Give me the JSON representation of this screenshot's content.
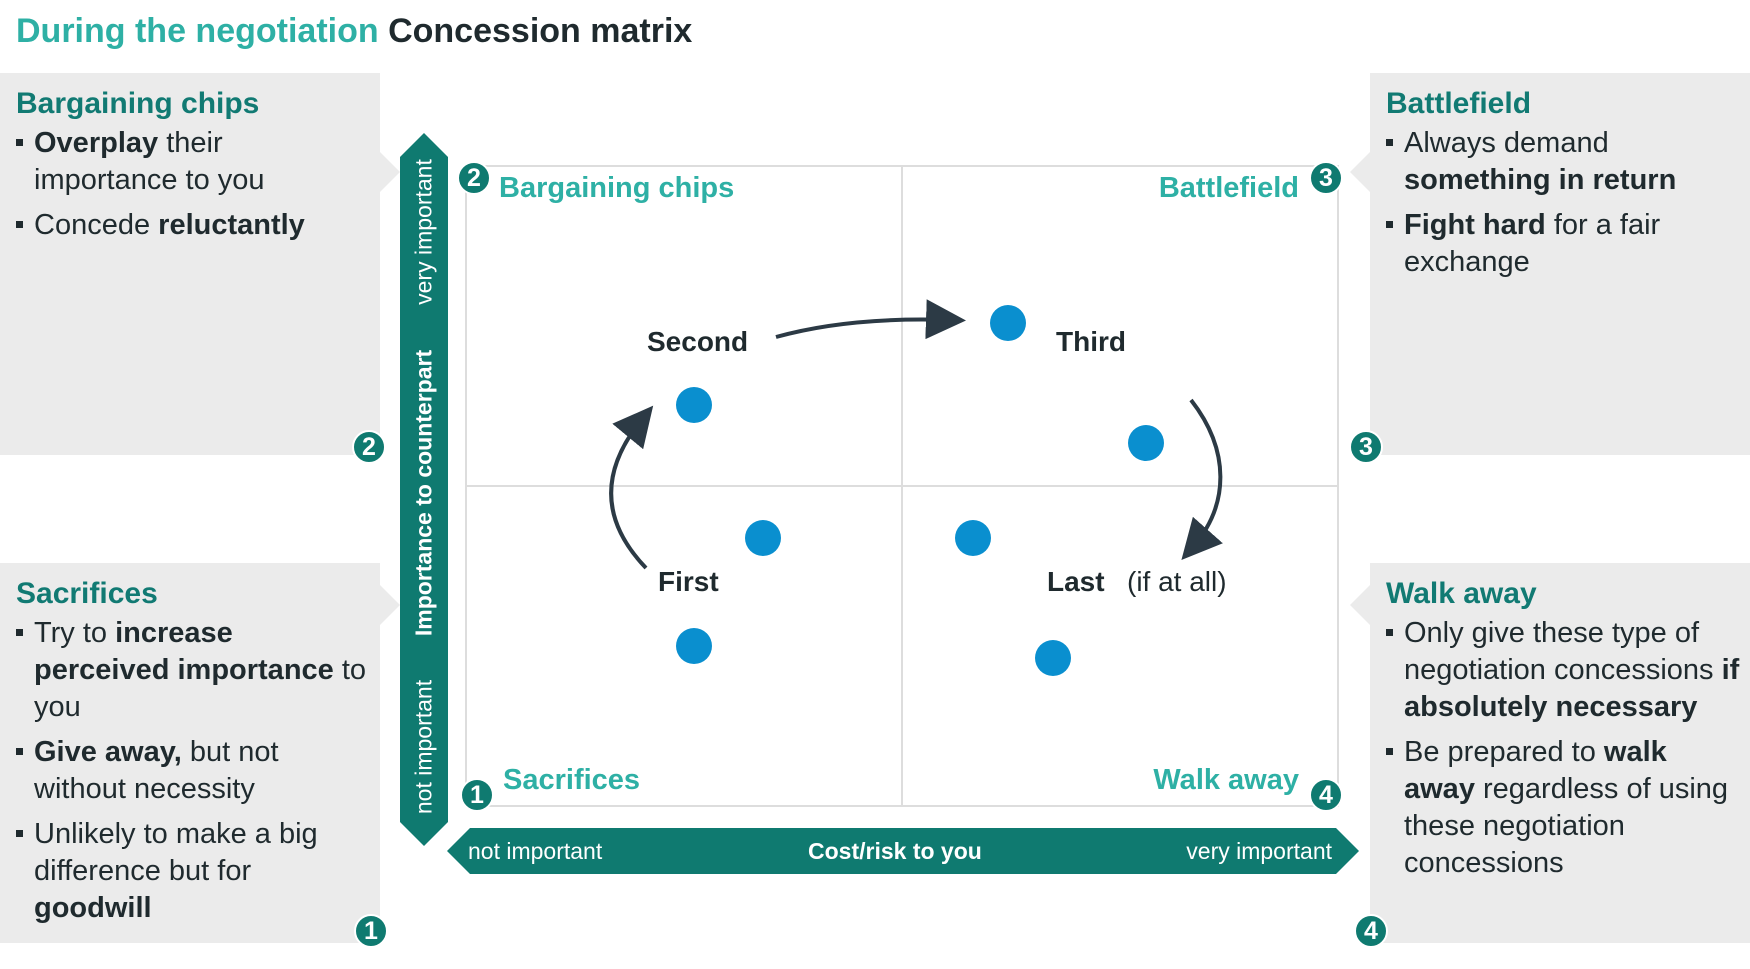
{
  "title": {
    "accent": "During the negotiation",
    "main": "Concession matrix"
  },
  "panels": {
    "top_left": {
      "heading": "Bargaining chips",
      "items": [
        [
          {
            "b": "Overplay"
          },
          {
            "t": " their importance to you"
          }
        ],
        [
          {
            "t": "Concede "
          },
          {
            "b": "reluctantly"
          }
        ]
      ],
      "badge": "2"
    },
    "bottom_left": {
      "heading": "Sacrifices",
      "items": [
        [
          {
            "t": "Try to "
          },
          {
            "b": "increase perceived importance"
          },
          {
            "t": " to you"
          }
        ],
        [
          {
            "b": "Give away,"
          },
          {
            "t": " but not without necessity"
          }
        ],
        [
          {
            "t": "Unlikely to make a big difference but for "
          },
          {
            "b": "goodwill"
          }
        ]
      ],
      "badge": "1"
    },
    "top_right": {
      "heading": "Battlefield",
      "items": [
        [
          {
            "t": "Always demand "
          },
          {
            "b": "something in return"
          }
        ],
        [
          {
            "b": "Fight hard"
          },
          {
            "t": " for a fair exchange"
          }
        ]
      ],
      "badge": "3"
    },
    "bottom_right": {
      "heading": "Walk away",
      "items": [
        [
          {
            "t": "Only give these type of negotiation concessions "
          },
          {
            "b": "if absolutely necessary"
          }
        ],
        [
          {
            "t": "Be prepared to "
          },
          {
            "b": "walk away"
          },
          {
            "t": " regardless of using these negotiation concessions"
          }
        ]
      ],
      "badge": "4"
    }
  },
  "matrix": {
    "quadrants": {
      "top_left": {
        "label": "Bargaining chips",
        "badge": "2"
      },
      "top_right": {
        "label": "Battlefield",
        "badge": "3"
      },
      "bottom_left": {
        "label": "Sacrifices",
        "badge": "1"
      },
      "bottom_right": {
        "label": "Walk away",
        "badge": "4"
      }
    },
    "priority_labels": {
      "first": "First",
      "second": "Second",
      "third": "Third",
      "last": "Last",
      "last_note": "(if at all)"
    },
    "x_axis": {
      "title": "Cost/risk to you",
      "low": "not important",
      "high": "very important"
    },
    "y_axis": {
      "title": "Importance to counterpart",
      "low": "not important",
      "high": "very important"
    }
  },
  "colors": {
    "teal_dark": "#0f7a70",
    "teal_light": "#2eb0a5",
    "dot_blue": "#0a8fcf",
    "panel_gray": "#ebebeb",
    "text_dark": "#1f2a2e"
  }
}
